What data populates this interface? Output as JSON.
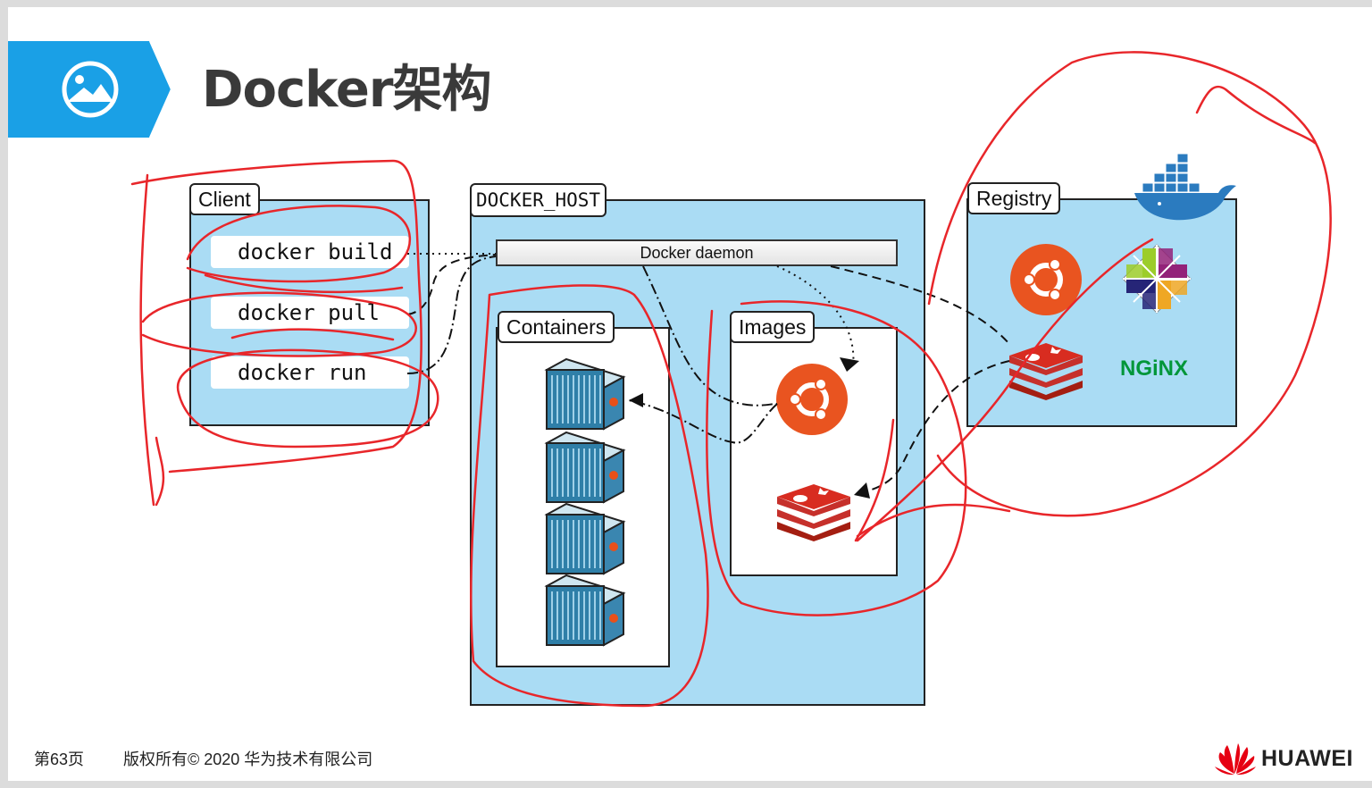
{
  "slide": {
    "title": "Docker架构",
    "banner_icon": "image-icon",
    "accent_color": "#1aa0e6"
  },
  "diagram": {
    "client": {
      "label": "Client",
      "commands": [
        "docker build",
        "docker pull",
        "docker run"
      ]
    },
    "docker_host": {
      "label": "DOCKER_HOST",
      "daemon_label": "Docker daemon",
      "containers_label": "Containers",
      "images_label": "Images",
      "container_icons": [
        "shipping-container-icon",
        "shipping-container-icon",
        "shipping-container-icon",
        "shipping-container-icon"
      ],
      "image_icons": [
        "ubuntu-logo-icon",
        "redis-logo-icon"
      ]
    },
    "registry": {
      "label": "Registry",
      "icons": [
        "docker-whale-icon",
        "ubuntu-logo-icon",
        "centos-logo-icon",
        "redis-logo-icon",
        "nginx-logo-icon"
      ],
      "nginx_text": "NGiNX"
    },
    "panel_color": "#aadcf4",
    "annotation_color": "#e8262a"
  },
  "footer": {
    "page": "第63页",
    "copyright": "版权所有© 2020 华为技术有限公司",
    "brand": "HUAWEI",
    "brand_color": "#e60012"
  }
}
